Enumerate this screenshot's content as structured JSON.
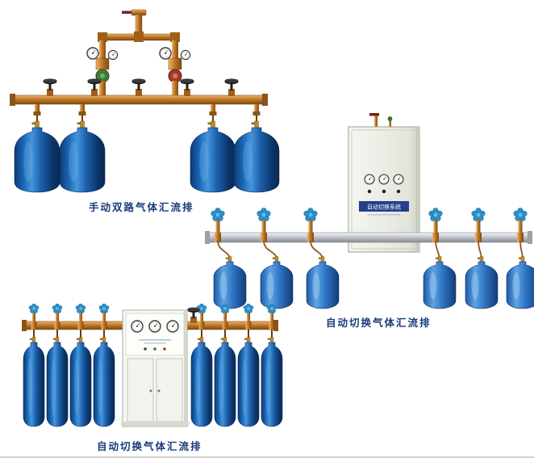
{
  "page": {
    "background": "#ffffff"
  },
  "products": [
    {
      "id": "manual-dual-manifold",
      "caption": "手动双路气体汇流排",
      "cylinder_count": 4
    },
    {
      "id": "auto-switch-manifold-cabinet",
      "caption": "自动切换气体汇流排",
      "cabinet_label": "自动切换系统",
      "cylinder_count": 6
    },
    {
      "id": "auto-switch-manifold-tall",
      "caption": "自动切换气体汇流排",
      "cylinder_count": 8
    }
  ],
  "colors": {
    "caption_text": "#1a3a7e",
    "cylinder_blue": "#1a5cab",
    "copper_pipe": "#b96f24",
    "steel_pipe": "#b9bec4",
    "valve_handwheel": "#141414",
    "flower_valve": "#2e8fc9",
    "cabinet_body": "#eef0e9"
  }
}
